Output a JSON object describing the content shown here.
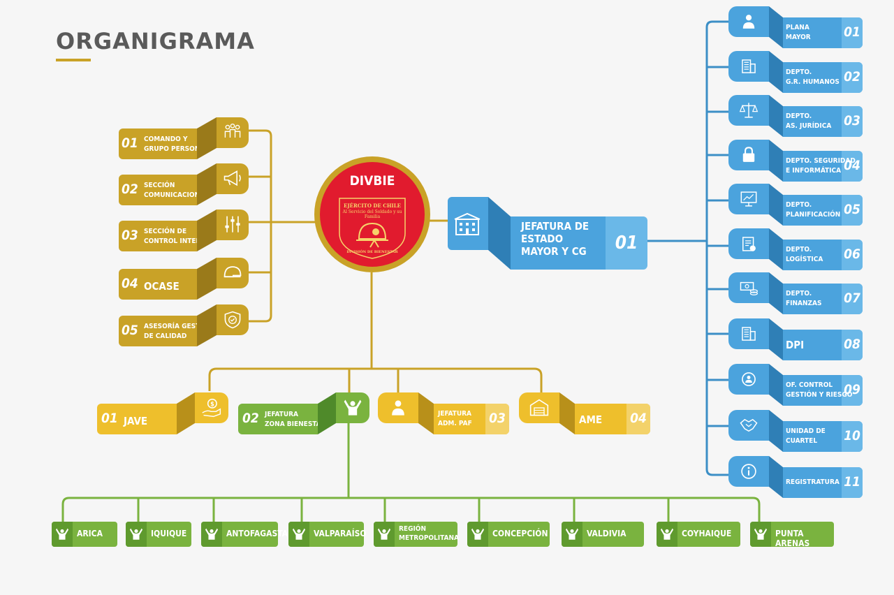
{
  "title": "ORGANIGRAMA",
  "colors": {
    "gold": "#c9a227",
    "blue": "#4ba3dd",
    "yellow": "#eebf2c",
    "green": "#7ab33f",
    "red": "#e11b2e"
  },
  "center": {
    "label": "DIVBIE",
    "emblem_top": "EJÉRCITO DE CHILE",
    "emblem_sub": "Al Servicio del Soldado y su Familia",
    "emblem_bottom": "DIVISIÓN DE BIENESTAR"
  },
  "left_units": [
    {
      "num": "01",
      "label": "COMANDO Y\nGRUPO  PERSONAS",
      "icon": "group-icon"
    },
    {
      "num": "02",
      "label": "SECCIÓN\nCOMUNICACIONES",
      "icon": "megaphone-icon"
    },
    {
      "num": "03",
      "label": "SECCIÓN DE\nCONTROL INTERNO",
      "icon": "sliders-icon"
    },
    {
      "num": "04",
      "label": "OCASE",
      "icon": "helmet-icon"
    },
    {
      "num": "05",
      "label": "ASESORÍA GESTIÓN\nDE CALIDAD",
      "icon": "shield-check-icon"
    }
  ],
  "jefatura": {
    "num": "01",
    "label": "JEFATURA DE\nESTADO\nMAYOR Y CG",
    "icon": "building-icon"
  },
  "right_units": [
    {
      "num": "01",
      "label": "PLANA\nMAYOR",
      "icon": "person-icon"
    },
    {
      "num": "02",
      "label": "DEPTO.\nG.R. HUMANOS",
      "icon": "building-icon"
    },
    {
      "num": "03",
      "label": "DEPTO.\nAS. JURÍDICA",
      "icon": "scales-icon"
    },
    {
      "num": "04",
      "label": "DEPTO. SEGURIDAD\nE INFORMÁTICA",
      "icon": "lock-icon"
    },
    {
      "num": "05",
      "label": "DEPTO.\nPLANIFICACIÓN",
      "icon": "presentation-icon"
    },
    {
      "num": "06",
      "label": "DEPTO.\nLOGÍSTICA",
      "icon": "clipboard-icon"
    },
    {
      "num": "07",
      "label": "DEPTO.\nFINANZAS",
      "icon": "money-icon"
    },
    {
      "num": "08",
      "label": "DPI",
      "icon": "building-icon"
    },
    {
      "num": "09",
      "label": "OF. CONTROL\nGESTIÓN Y RIESGO",
      "icon": "cycle-icon"
    },
    {
      "num": "10",
      "label": "UNIDAD DE\nCUARTEL",
      "icon": "handshake-icon"
    },
    {
      "num": "11",
      "label": "REGISTRATURA",
      "icon": "info-icon"
    }
  ],
  "bottom_units": [
    {
      "num": "01",
      "label": "JAVE",
      "icon": "money-hand-icon"
    },
    {
      "num": "02",
      "label": "JEFATURA\nZONA BIENESTAR",
      "icon": "cheer-icon"
    },
    {
      "num": "03",
      "label": "JEFATURA\nADM. PAF",
      "icon": "person-icon"
    },
    {
      "num": "04",
      "label": "AME",
      "icon": "warehouse-icon"
    }
  ],
  "regions": [
    "ARICA",
    "IQUIQUE",
    "ANTOFAGASTA",
    "VALPARAÍSO",
    "REGIÓN\nMETROPOLITANA",
    "CONCEPCIÓN",
    "VALDIVIA",
    "COYHAIQUE",
    "PUNTA ARENAS"
  ]
}
